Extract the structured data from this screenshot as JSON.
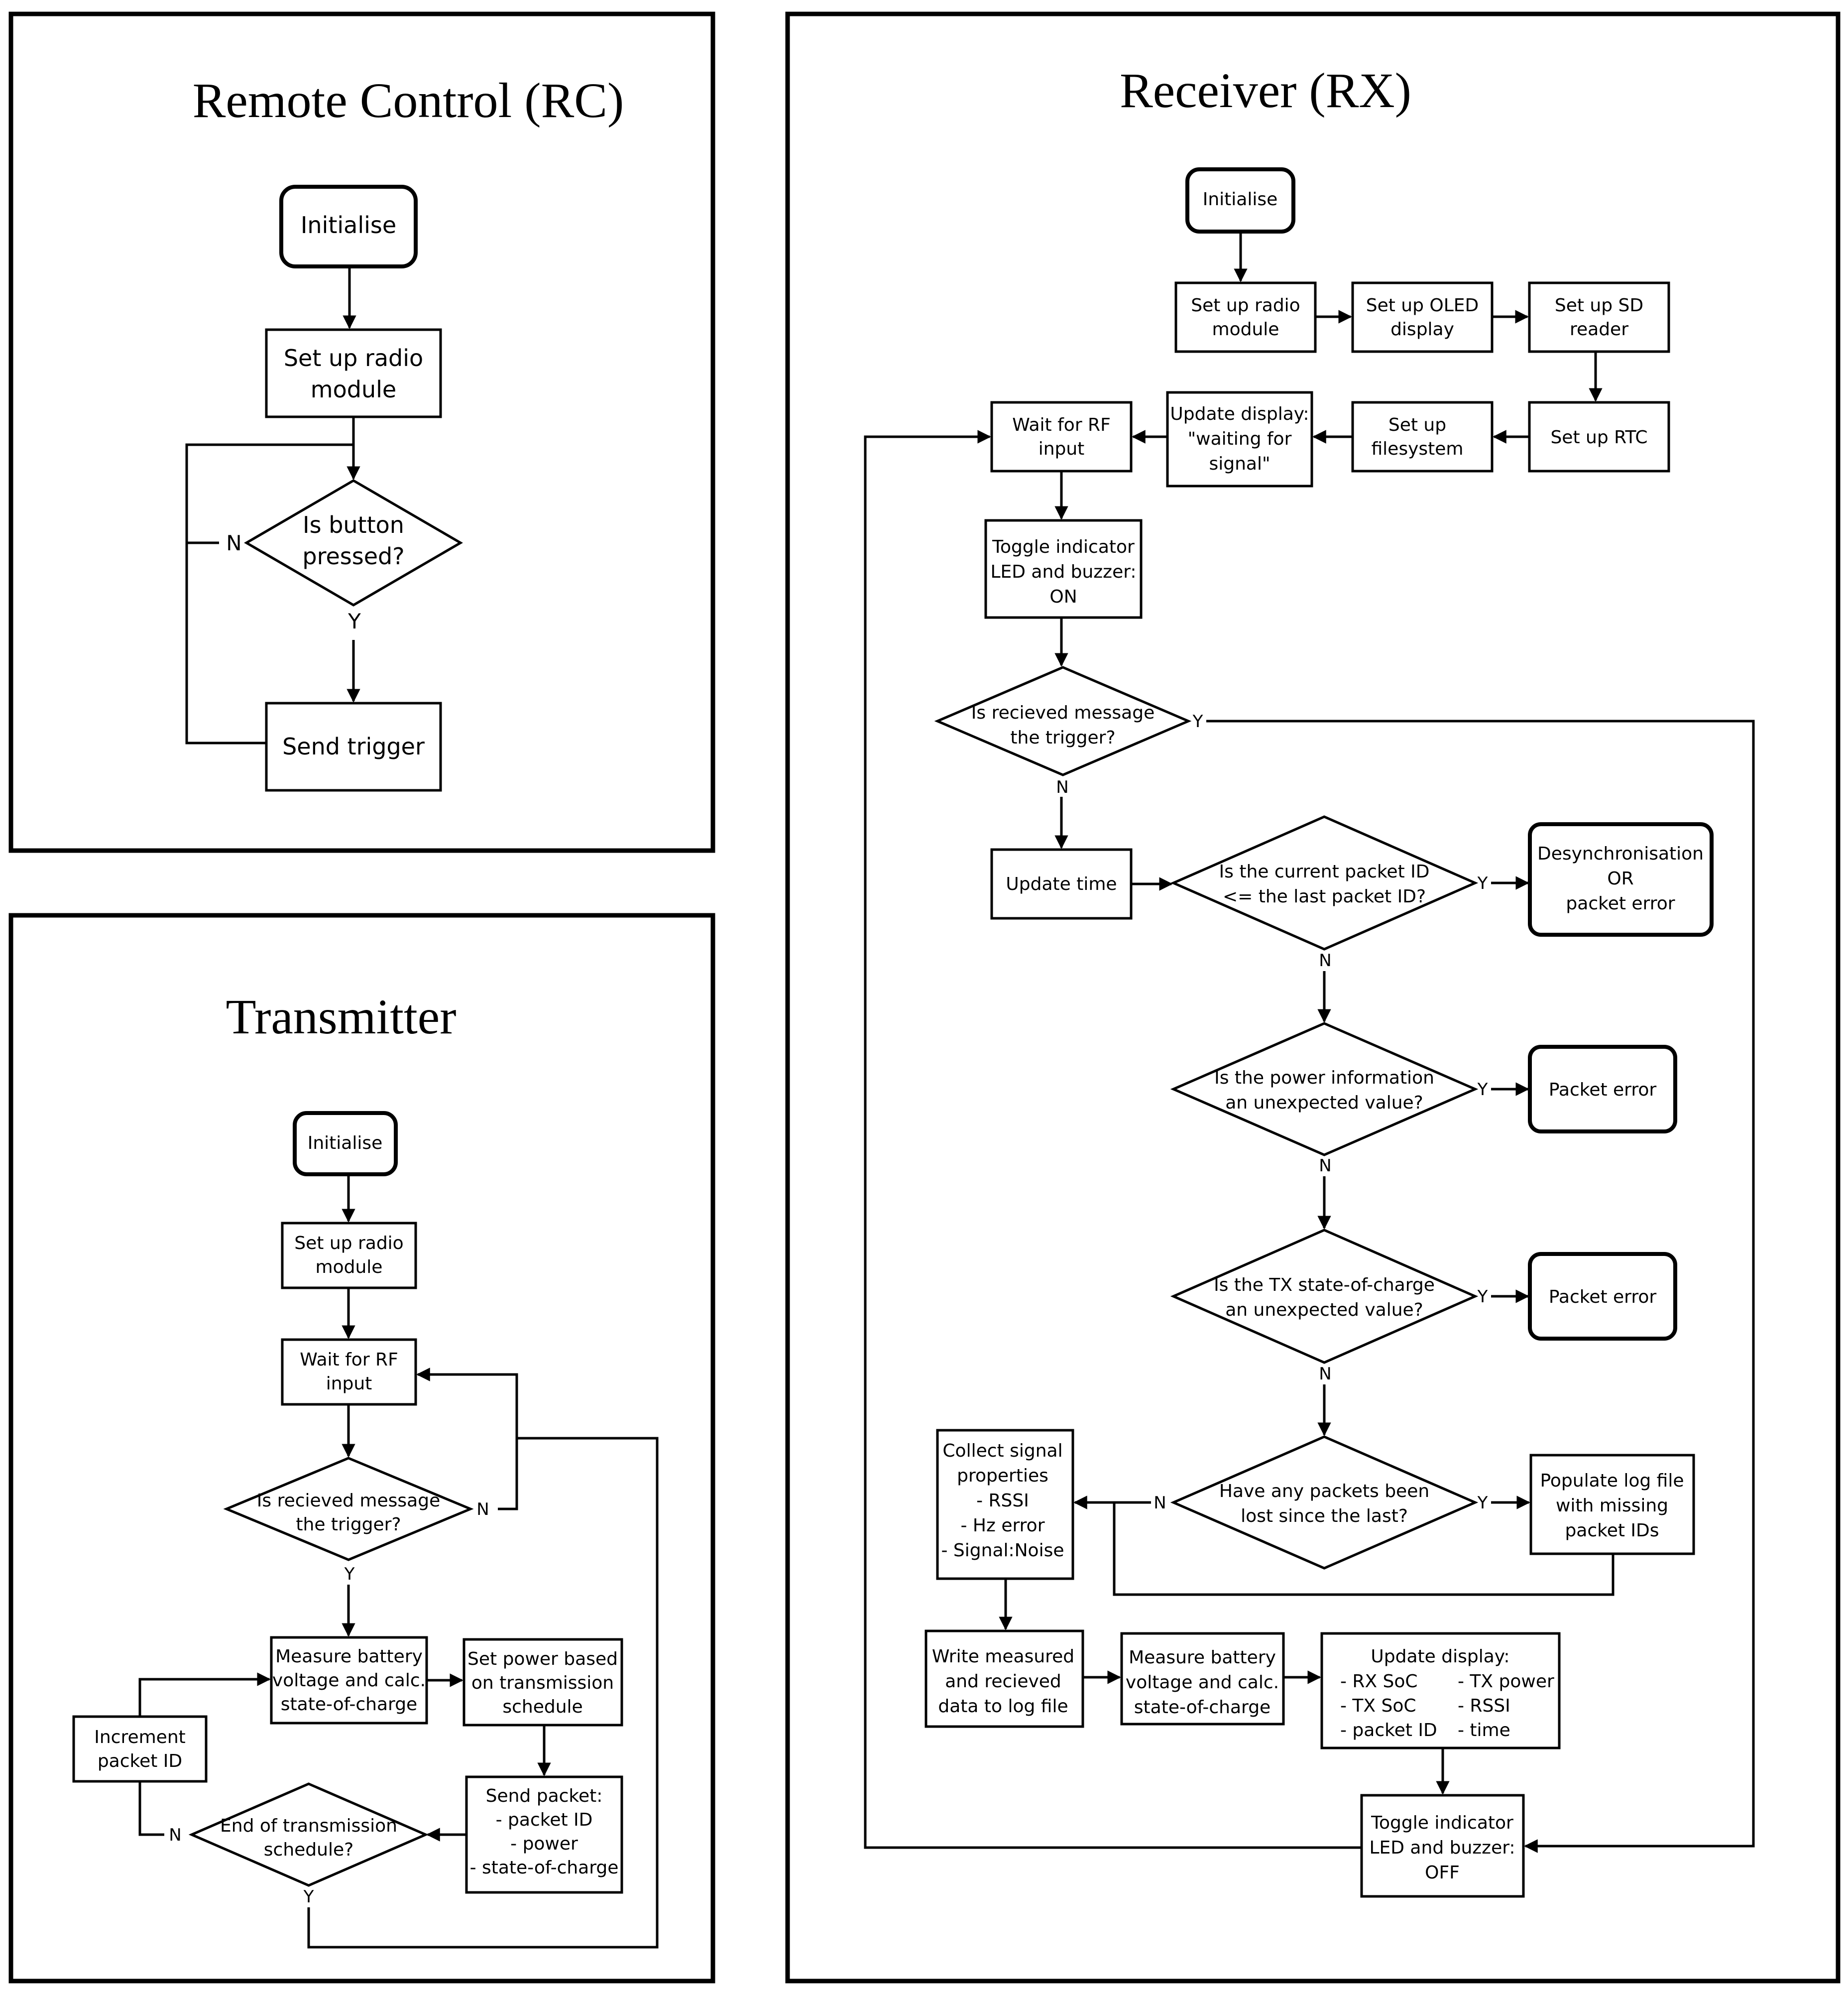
{
  "rc": {
    "title": "Remote Control (RC)",
    "initialise": "Initialise",
    "setup_radio": [
      "Set up radio",
      "module"
    ],
    "button_decision": [
      "Is button",
      "pressed?"
    ],
    "send_trigger": "Send trigger",
    "label_n": "N",
    "label_y": "Y"
  },
  "tx": {
    "title": "Transmitter",
    "initialise": "Initialise",
    "setup_radio": [
      "Set up radio",
      "module"
    ],
    "wait_rf": [
      "Wait for RF",
      "input"
    ],
    "trigger_decision": [
      "Is recieved message",
      "the trigger?"
    ],
    "measure_battery": [
      "Measure battery",
      "voltage and calc.",
      "state-of-charge"
    ],
    "set_power": [
      "Set power based",
      "on transmission",
      "schedule"
    ],
    "send_packet": [
      "Send packet:",
      "- packet ID",
      "- power",
      "- state-of-charge"
    ],
    "end_decision": [
      "End of transmission",
      "schedule?"
    ],
    "increment": [
      "Increment",
      "packet ID"
    ],
    "label_n_trigger": "N",
    "label_y_trigger": "Y",
    "label_n_end": "N",
    "label_y_end": "Y"
  },
  "rx": {
    "title": "Receiver (RX)",
    "initialise": "Initialise",
    "setup_radio": [
      "Set up radio",
      "module"
    ],
    "setup_oled": [
      "Set up OLED",
      "display"
    ],
    "setup_sd": [
      "Set up SD",
      "reader"
    ],
    "setup_rtc": "Set up RTC",
    "setup_fs": [
      "Set up",
      "filesystem"
    ],
    "update_waiting": [
      "Update display:",
      "\"waiting for",
      "signal\""
    ],
    "wait_rf": [
      "Wait for RF",
      "input"
    ],
    "toggle_on": [
      "Toggle indicator",
      "LED and buzzer:",
      "ON"
    ],
    "trigger_decision": [
      "Is recieved message",
      "the trigger?"
    ],
    "update_time": "Update time",
    "packet_id_decision": [
      "Is the current packet ID",
      "<= the last packet ID?"
    ],
    "desync": [
      "Desynchronisation",
      "OR",
      "packet error"
    ],
    "power_decision": [
      "Is the power information",
      "an unexpected value?"
    ],
    "packet_error_1": "Packet error",
    "soc_decision": [
      "Is the TX state-of-charge",
      "an unexpected value?"
    ],
    "packet_error_2": "Packet error",
    "lost_decision": [
      "Have any packets been",
      "lost since the last?"
    ],
    "collect_signal": [
      "Collect signal",
      "properties",
      "- RSSI",
      "- Hz error",
      "- Signal:Noise"
    ],
    "populate_log": [
      "Populate log file",
      "with missing",
      "packet IDs"
    ],
    "write_log": [
      "Write measured",
      "and recieved",
      "data to log file"
    ],
    "measure_battery": [
      "Measure battery",
      "voltage and calc.",
      "state-of-charge"
    ],
    "update_display_title": "Update display:",
    "update_display_col1": [
      "- RX SoC",
      "- TX SoC",
      "- packet ID"
    ],
    "update_display_col2": [
      "- TX power",
      "- RSSI",
      "- time"
    ],
    "toggle_off": [
      "Toggle indicator",
      "LED and buzzer:",
      "OFF"
    ],
    "label_y_trigger": "Y",
    "label_n_trigger": "N",
    "label_y_packet_id": "Y",
    "label_n_packet_id": "N",
    "label_y_power": "Y",
    "label_n_power": "N",
    "label_y_soc": "Y",
    "label_n_soc": "N",
    "label_y_lost": "Y",
    "label_n_lost": "N"
  }
}
